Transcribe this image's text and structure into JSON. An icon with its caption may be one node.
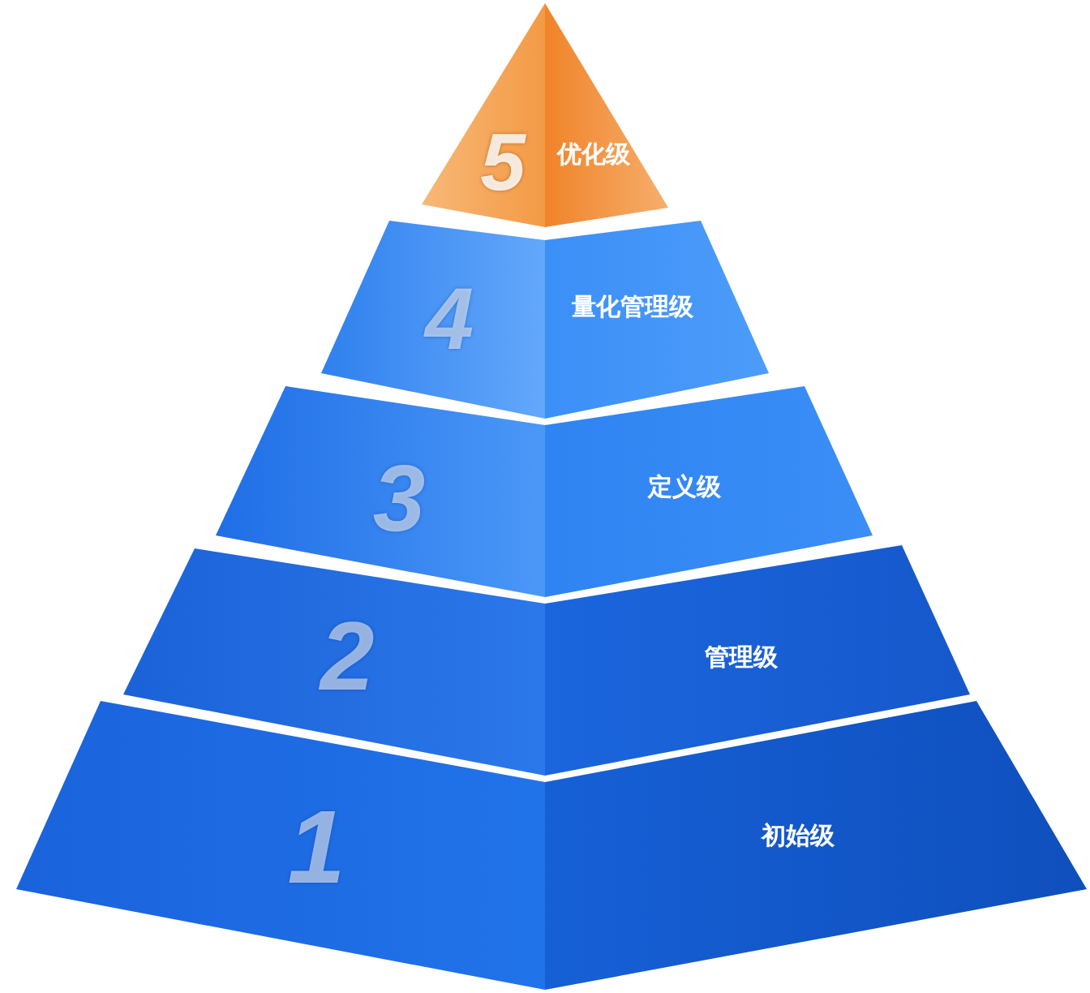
{
  "diagram": {
    "nodes": [
      {
        "text": [
          "5",
          "优化级"
        ]
      },
      {
        "text": [
          "4",
          "量化管理级"
        ]
      },
      {
        "text": [
          "3",
          "定义级"
        ]
      },
      {
        "text": [
          "2",
          "管理级"
        ]
      },
      {
        "text": [
          "1",
          "初始级"
        ]
      }
    ]
  }
}
